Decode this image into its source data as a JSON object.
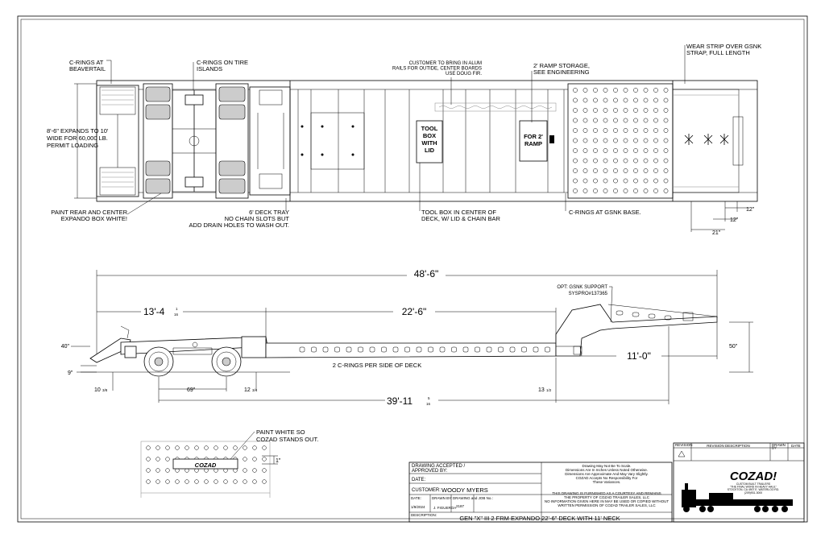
{
  "top_view": {
    "callouts": {
      "c_rings_beavertail": "C-RINGS AT\nBEAVERTAIL",
      "c_rings_tire_islands": "C-RINGS ON TIRE\nISLANDS",
      "alum_rails": "CUSTOMER TO BRING IN ALUM\nRAILS FOR OUTIDE, CENTER BOARDS\nUSE DOUG FIR.",
      "ramp_storage": "2' RAMP STORAGE,\nSEE ENGINEERING",
      "wear_strip": "WEAR STRIP OVER GSNK\nSTRAP, FULL LENGTH",
      "width_note": "8'-6\" EXPANDS TO 10'\nWIDE FOR 60,000 LB.\nPERMIT LOADING",
      "paint_rear": "PAINT REAR AND CENTER\nEXPANDO BOX WHITE!",
      "deck_tray": "6' DECK TRAY\nNO CHAIN SLOTS BUT\nADD DRAIN HOLES TO WASH OUT.",
      "tool_box_note": "TOOL BOX IN CENTER OF\nDECK, W/ LID & CHAIN BAR",
      "c_rings_gsnk": "C-RINGS AT GSNK BASE.",
      "tool_box_label": "TOOL\nBOX\nWITH\nLID",
      "for_ramp_label": "FOR 2'\nRAMP"
    },
    "dims": {
      "d12a": "12\"",
      "d12b": "12\"",
      "d21": "21\""
    }
  },
  "side_view": {
    "overall": "48'-6\"",
    "d13": "13'-4",
    "d13_frac_num": "1",
    "d13_frac_den": "16",
    "d22": "22'-6\"",
    "d11": "11'-0\"",
    "d39": "39'-11",
    "d39_frac_num": "5",
    "d39_frac_den": "16",
    "d40": "40\"",
    "d50": "50\"",
    "d9": "9\"",
    "d10": "10",
    "d10_frac": "3/8",
    "d69": "69\"",
    "d12s": "12",
    "d12s_frac": "3/4",
    "d13s": "13",
    "d13s_frac": "1/2",
    "c_rings_note": "2 C-RINGS PER SIDE OF DECK",
    "gsnk_support": "OPT: GSNK SUPPORT\nSYSPRO#137365"
  },
  "rear_view": {
    "paint_note": "PAINT WHITE SO\nCOZAD STANDS OUT.",
    "dim_1": "1\"",
    "logo": "COZAD"
  },
  "title_block": {
    "accepted_label": "DRAWING ACCEPTED /\nAPPROVED BY:",
    "date_label": "DATE:",
    "customer_label": "CUSTOMER:",
    "customer_value": "WOODY MYERS",
    "date_col_label": "DATE:",
    "date_value": "1/9/2024",
    "drawn_by_label": "DRAWN BY:",
    "drawn_by_value": "J. FIGUEROA",
    "job_no_label": "DRAWING and JOB No.:",
    "job_no_value": "2187",
    "description_label": "DESCRIPTION:",
    "description": "GEN \"X\" III 2 FRM EXPANDO 22'-6\" DECK WITH 11' NECK",
    "scale_note": "Drawing May Not Be To Scale.\nDimensions Are In Inches Unless Noted Otherwise.\nDimensions Are Approximate And May Vary Slightly.\nCOZAD Accepts No Responsibility For\nThese Variances.",
    "courtesy_note": "THIS DRAWING IS FURNISHED AS A COURTESY AND REMAINS\nTHE PROPERTY OF COZAD TRAILER SALES, LLC\nNO INFORMATION GIVEN HERE IN MAY BE USED OR COPIED WITHOUT\nWRITTEN PERMISSION OF COZAD TRAILER SALES, LLC",
    "revision_label": "REVISION",
    "rev_desc_label": "REVISION DESCRIPTION",
    "drawn_label": "DRAWN\nBY",
    "date_rev_label": "DATE",
    "company_logo": "COZAD!",
    "company_tagline": "CUSTOM BUILT TRAILERS\n\"THE FINAL WORD IN HEAVY HAUL\"\nSTOCKTON, CA  4907 E. WATERLOO RD.\n(209)931-3000"
  }
}
